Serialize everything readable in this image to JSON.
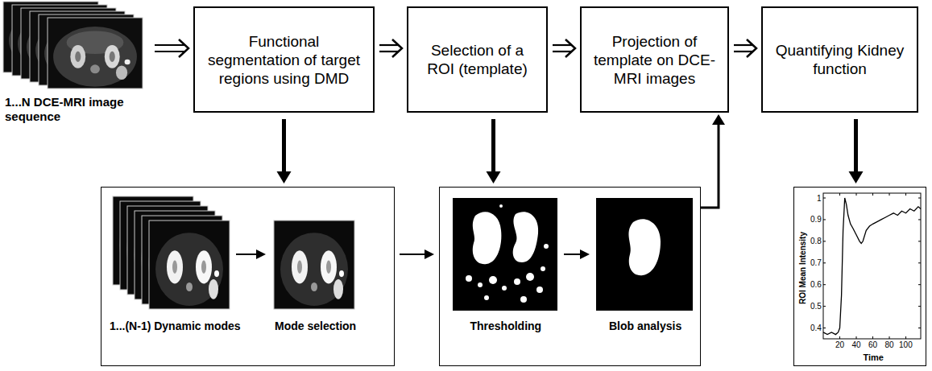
{
  "diagram": {
    "nodes": [
      {
        "text": [
          "1...N DCE-MRI image sequence"
        ]
      },
      {
        "text": [
          "Functional segmentation of target regions using DMD"
        ]
      },
      {
        "text": [
          "Selection of a ROI (template)"
        ]
      },
      {
        "text": [
          "Projection of template on DCE-MRI images"
        ]
      },
      {
        "text": [
          "Quantifying Kidney function"
        ]
      },
      {
        "text": [
          "1...(N-1) Dynamic modes",
          "Mode selection"
        ]
      },
      {
        "text": [
          "Thresholding",
          "Blob analysis"
        ]
      },
      {
        "text": [
          "ROI Mean Intensity",
          "Time"
        ]
      }
    ],
    "edges": [
      {
        "from": 0,
        "to": 1,
        "arrow": "to"
      },
      {
        "from": 1,
        "to": 2,
        "arrow": "to"
      },
      {
        "from": 2,
        "to": 3,
        "arrow": "to"
      },
      {
        "from": 3,
        "to": 4,
        "arrow": "to"
      },
      {
        "from": 1,
        "to": 5,
        "arrow": "to"
      },
      {
        "from": 2,
        "to": 6,
        "arrow": "to"
      },
      {
        "from": 5,
        "to": 6,
        "arrow": "to"
      },
      {
        "from": 6,
        "to": 3,
        "arrow": "to"
      },
      {
        "from": 4,
        "to": 7,
        "arrow": "to"
      }
    ],
    "labels": [
      "1",
      "0.9",
      "0.8",
      "0.7",
      "0.6",
      "0.5",
      "0.4",
      "20",
      "40",
      "60",
      "80",
      "100"
    ]
  }
}
